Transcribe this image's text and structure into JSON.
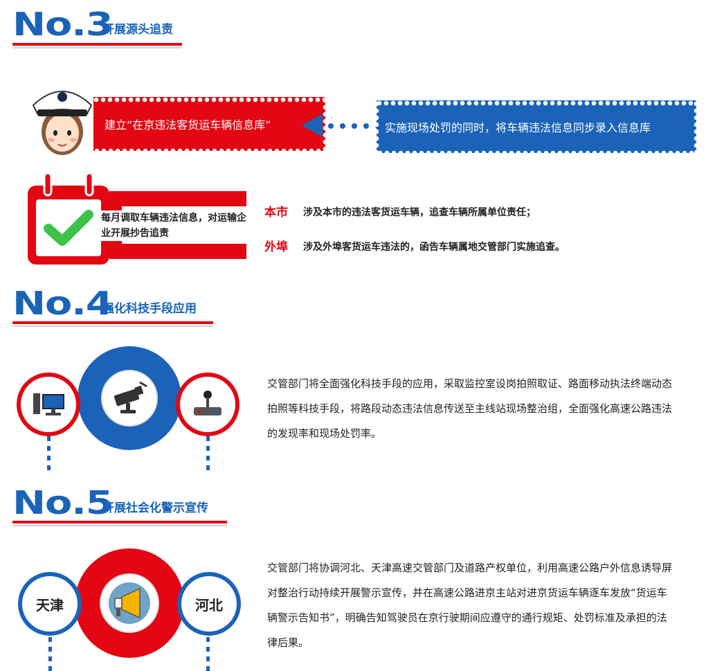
{
  "sections": {
    "no3": {
      "number": "No.3",
      "subtitle": "开展源头追责"
    },
    "no4": {
      "number": "No.4",
      "subtitle": "强化科技手段应用"
    },
    "no5": {
      "number": "No.5",
      "subtitle": "开展社会化警示宣传"
    }
  },
  "no3": {
    "red_banner": "建立“在京违法客货运车辆信息库”",
    "blue_banner": "实施现场处罚的同时，将车辆违法信息同步录入信息库",
    "calendar_text": "每月调取车辆违法信息，对运输企业开展抄告追责",
    "items": [
      {
        "label": "本市",
        "text": "涉及本市的违法客货运车辆，追查车辆所属单位责任；"
      },
      {
        "label": "外埠",
        "text": "涉及外埠客货运车违法的，函告车辆属地交管部门实施追查。"
      }
    ]
  },
  "no4": {
    "paragraph": "交管部门将全面强化科技手段的应用，采取监控室设岗拍照取证、路面移动执法终端动态拍照等科技手段，将路段动态违法信息传送至主线站现场整治组，全面强化高速公路违法的发现率和现场处罚率。"
  },
  "no5": {
    "left_circle": "天津",
    "right_circle": "河北",
    "paragraph": "交管部门将协调河北、天津高速交管部门及道路产权单位，利用高速公路户外信息诱导屏对整治行动持续开展警示宣传，并在高速公路进京主站对进京货运车辆逐车发放“货运车辆警示告知书”，明确告知驾驶员在京行驶期间应遵守的通行规矩、处罚标准及承担的法律后果。"
  },
  "colors": {
    "red": "#e30613",
    "blue": "#1a63b8",
    "green": "#3ec24a"
  },
  "icons": [
    "police-officer-icon",
    "calendar-check-icon",
    "computer-icon",
    "surveillance-camera-icon",
    "joystick-icon",
    "megaphone-icon"
  ]
}
